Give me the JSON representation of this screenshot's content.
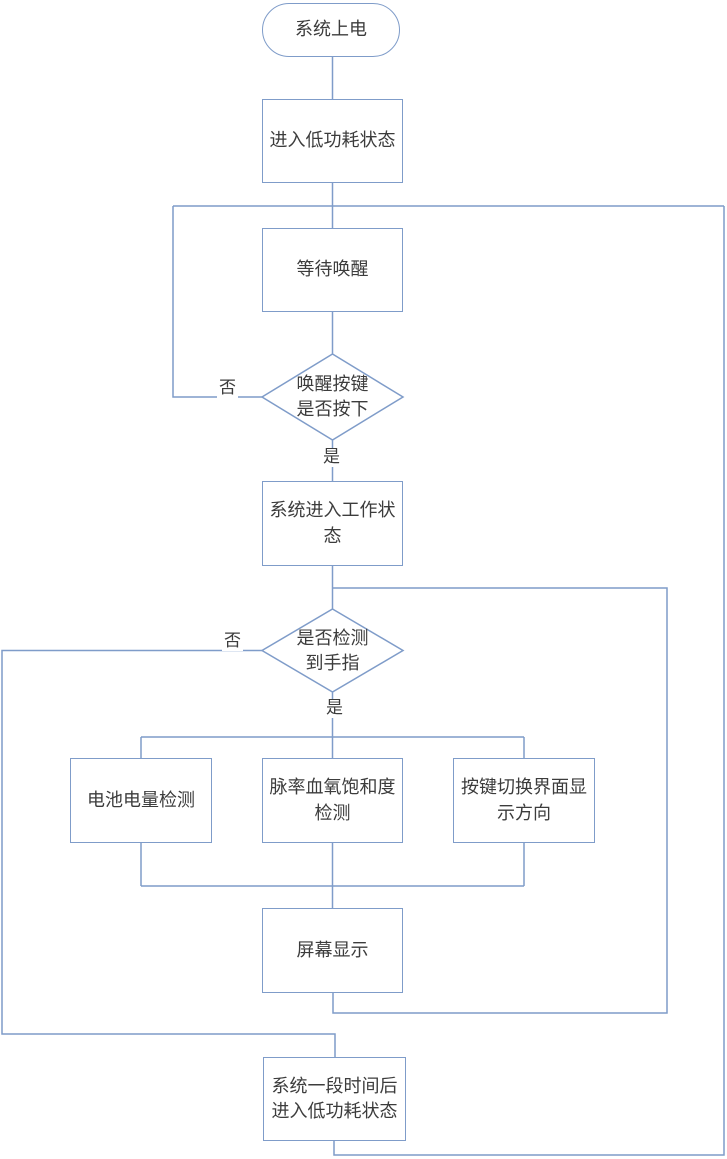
{
  "diagram": {
    "title": "power-and-measure-flowchart",
    "colors": {
      "line": "#7f9cc9",
      "node_border": "#7f9cc9",
      "node_fill": "#ffffff",
      "text": "#3c3c3c",
      "background": "#ffffff"
    },
    "nodes": {
      "start": {
        "type": "terminator",
        "label": "系统上电"
      },
      "low_power": {
        "type": "process",
        "label": "进入低功耗状态"
      },
      "wait_wake": {
        "type": "process",
        "label": "等待唤醒"
      },
      "wake_key_pressed": {
        "type": "decision",
        "label": "唤醒按键\n是否按下"
      },
      "work_state": {
        "type": "process",
        "label": "系统进入工作状\n态"
      },
      "finger_detected": {
        "type": "decision",
        "label": "是否检测\n到手指"
      },
      "battery_check": {
        "type": "process",
        "label": "电池电量检测"
      },
      "pulse_spo2_check": {
        "type": "process",
        "label": "脉率血氧饱和度\n检测"
      },
      "key_switch_display": {
        "type": "process",
        "label": "按键切换界面显\n示方向"
      },
      "screen_display": {
        "type": "process",
        "label": "屏幕显示"
      },
      "timeout_low_power": {
        "type": "process",
        "label": "系统一段时间后\n进入低功耗状态"
      }
    },
    "edge_labels": {
      "wake_no": "否",
      "wake_yes": "是",
      "finger_no": "否",
      "finger_yes": "是"
    }
  }
}
